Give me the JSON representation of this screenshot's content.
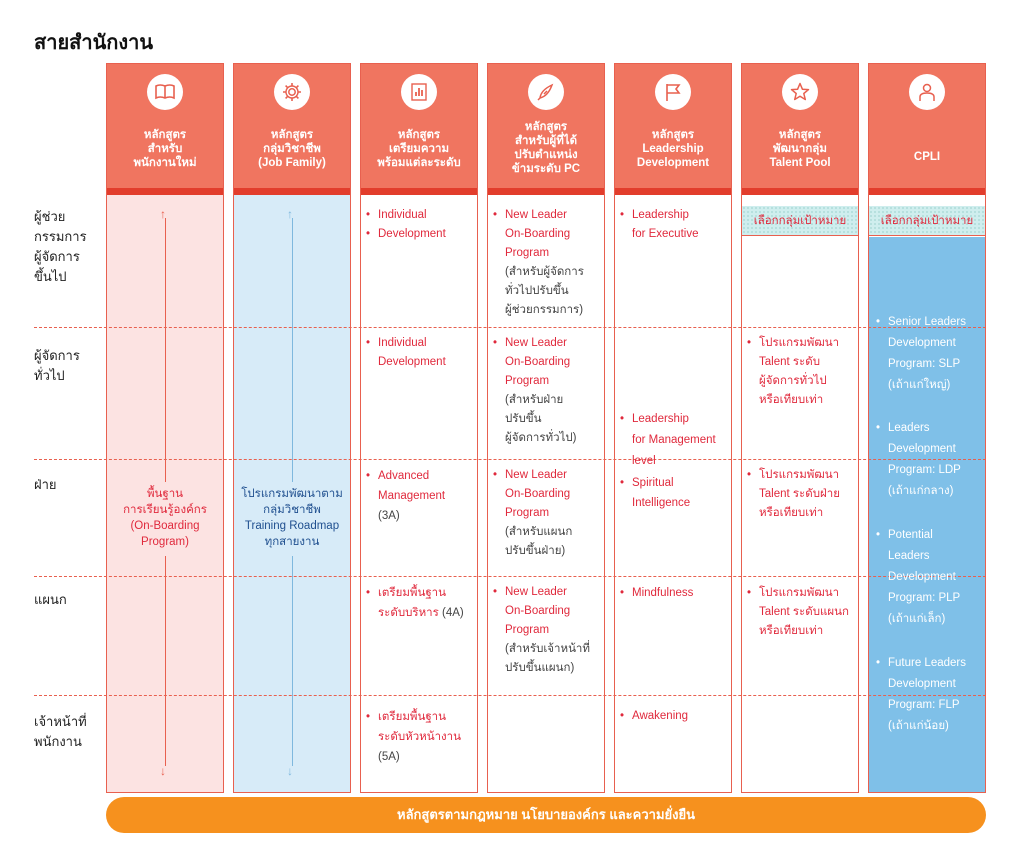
{
  "page_title": "สายสำนักงาน",
  "columns": [
    {
      "id": "new-staff",
      "label": "หลักสูตร\nสำหรับ\nพนักงานใหม่",
      "icon": "book-icon"
    },
    {
      "id": "job-family",
      "label": "หลักสูตร\nกลุ่มวิชาชีพ\n(Job Family)",
      "icon": "gear-icon"
    },
    {
      "id": "readiness",
      "label": "หลักสูตร\nเตรียมความ\nพร้อมแต่ละระดับ",
      "icon": "bar-chart-icon"
    },
    {
      "id": "promoted",
      "label": "หลักสูตร\nสำหรับผู้ที่ได้\nปรับตำแหน่ง\nข้ามระดับ PC",
      "icon": "rocket-icon"
    },
    {
      "id": "leadership",
      "label": "หลักสูตร\nLeadership\nDevelopment",
      "icon": "flag-icon"
    },
    {
      "id": "talent",
      "label": "หลักสูตร\nพัฒนากลุ่ม\nTalent Pool",
      "icon": "star-icon"
    },
    {
      "id": "cpli",
      "label": "CPLI",
      "icon": "person-icon"
    }
  ],
  "levels": [
    "ผู้ช่วย\nกรรมการ\nผู้จัดการ\nขึ้นไป",
    "ผู้จัดการ\nทั่วไป",
    "ฝ่าย",
    "แผนก",
    "เจ้าหน้าที่\nพนักงาน"
  ],
  "new_staff_text": "พื้นฐาน\nการเรียนรู้องค์กร\n(On-Boarding\nProgram)",
  "job_family_text": "โปรแกรมพัฒนาตาม\nกลุ่มวิชาชีพ\nTraining Roadmap\nทุกสายงาน",
  "readiness": [
    {
      "title": [
        "Individual",
        "Development"
      ],
      "note": ""
    },
    {
      "title": [
        "Individual",
        "Development"
      ],
      "note": ""
    },
    {
      "title": [
        "Advanced",
        "Management"
      ],
      "note": "(3A)"
    },
    {
      "title": [
        "เตรียมพื้นฐาน",
        "ระดับบริหาร"
      ],
      "note": "(4A)"
    },
    {
      "title": [
        "เตรียมพื้นฐาน",
        "ระดับหัวหน้างาน"
      ],
      "note": "(5A)"
    }
  ],
  "promoted": [
    {
      "title": [
        "New Leader",
        "On-Boarding",
        "Program"
      ],
      "note": [
        "(สำหรับผู้จัดการ",
        "ทั่วไปปรับขึ้น",
        "ผู้ช่วยกรรมการ)"
      ]
    },
    {
      "title": [
        "New Leader",
        "On-Boarding",
        "Program"
      ],
      "note": [
        "(สำหรับฝ่าย",
        "ปรับขึ้น",
        "ผู้จัดการทั่วไป)"
      ]
    },
    {
      "title": [
        "New Leader",
        "On-Boarding",
        "Program"
      ],
      "note": [
        "(สำหรับแผนก",
        "ปรับขึ้นฝ่าย)"
      ]
    },
    {
      "title": [
        "New Leader",
        "On-Boarding",
        "Program"
      ],
      "note": [
        "(สำหรับเจ้าหน้าที่",
        "ปรับขึ้นแผนก)"
      ]
    }
  ],
  "leadership": [
    [
      "Leadership",
      "for Executive"
    ],
    [
      "Leadership",
      "for Management",
      "level"
    ],
    [
      "Spiritual",
      "Intelligence"
    ],
    [
      "Mindfulness"
    ],
    [
      "Awakening"
    ]
  ],
  "select_target": "เลือกกลุ่มเป้าหมาย",
  "talent": [
    [
      "โปรแกรมพัฒนา",
      "Talent ระดับ",
      "ผู้จัดการทั่วไป",
      "หรือเทียบเท่า"
    ],
    [
      "โปรแกรมพัฒนา",
      "Talent ระดับฝ่าย",
      "หรือเทียบเท่า"
    ],
    [
      "โปรแกรมพัฒนา",
      "Talent ระดับแผนก",
      "หรือเทียบเท่า"
    ]
  ],
  "cpli": [
    [
      "Senior Leaders",
      "Development",
      "Program: SLP",
      "(เถ้าแก่ใหญ่)"
    ],
    [
      "Leaders",
      "Development",
      "Program: LDP",
      "(เถ้าแก่กลาง)"
    ],
    [
      "Potential",
      "Leaders",
      "Development",
      "Program: PLP",
      "(เถ้าแก่เล็ก)"
    ],
    [
      "Future Leaders",
      "Development",
      "Program: FLP",
      "(เถ้าแก่น้อย)"
    ]
  ],
  "footer": "หลักสูตรตามกฎหมาย นโยบายองค์กร และความยั่งยืน",
  "colors": {
    "header": "#f07560",
    "accent_red": "#e0293c",
    "strip": "#e23d2c",
    "pink_fill": "#fce3e2",
    "blue_fill": "#d7ebf8",
    "cpli_fill": "#7fc0e8",
    "footer": "#f6911e"
  }
}
